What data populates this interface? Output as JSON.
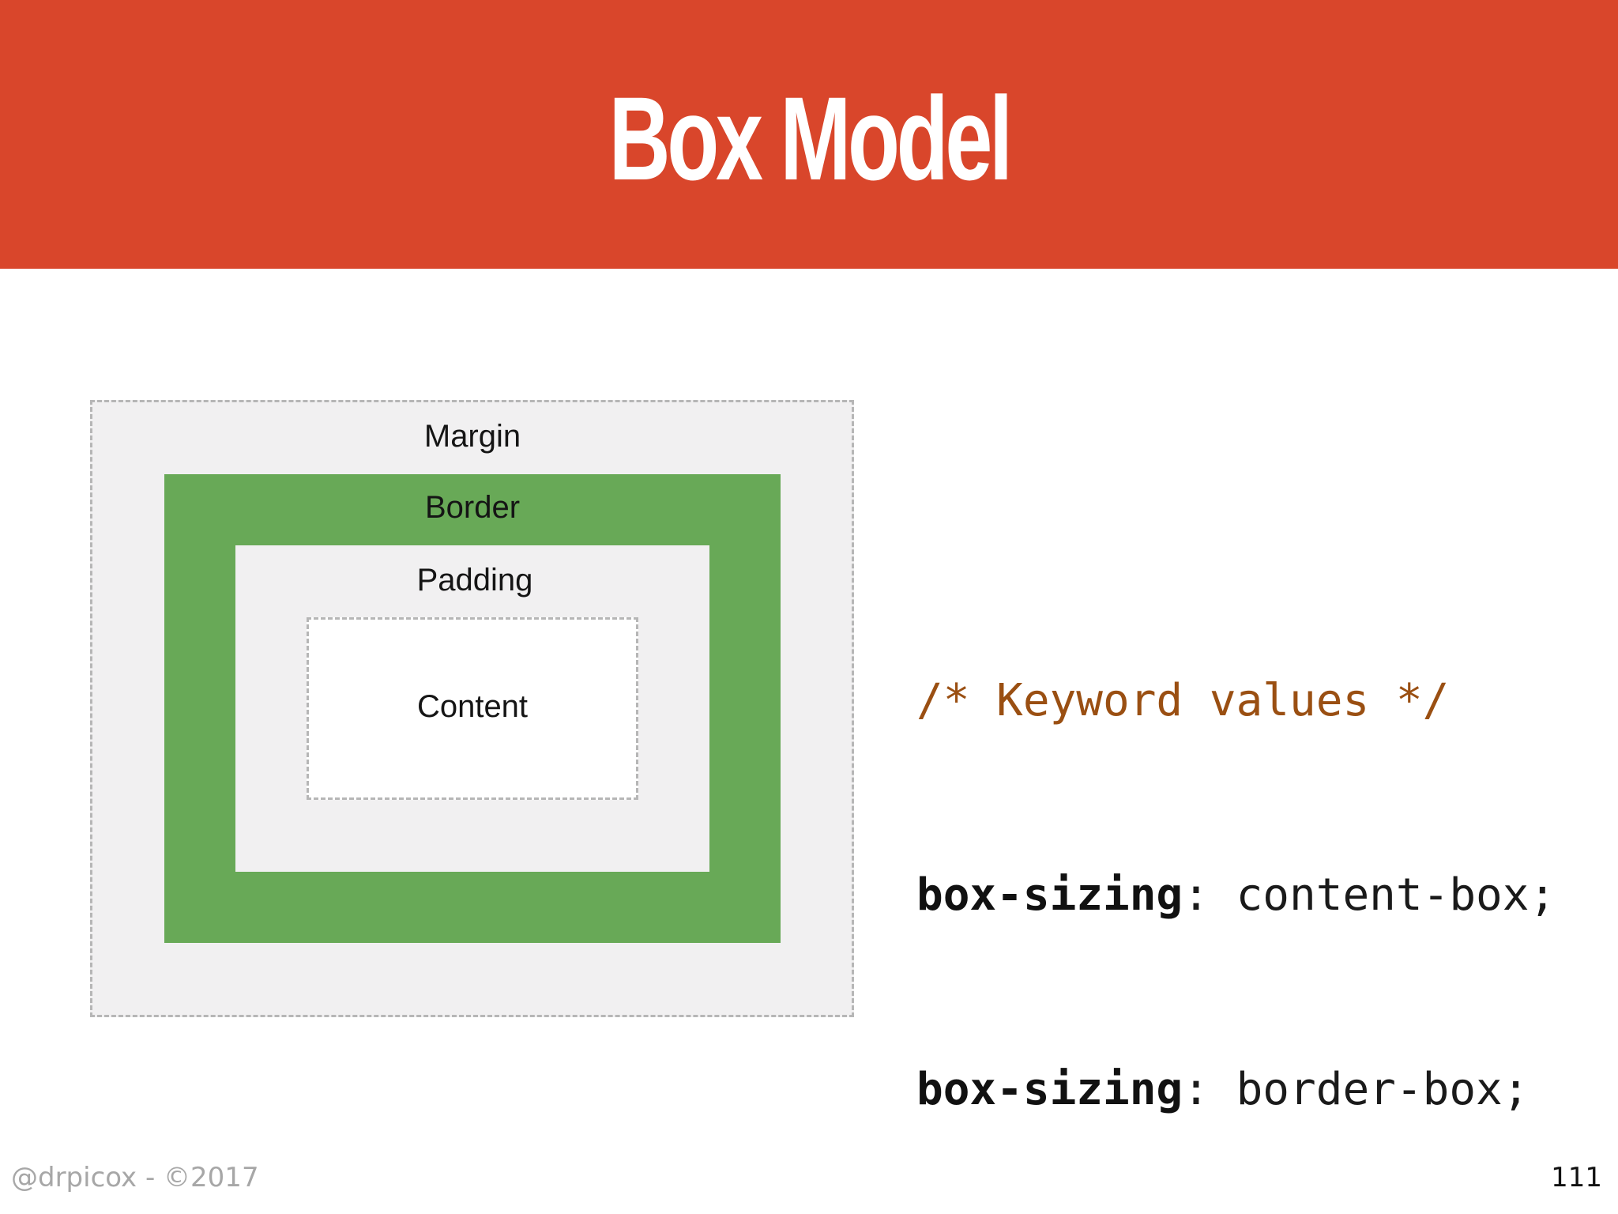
{
  "slide": {
    "title": "Box Model",
    "footer_left": "@drpicox - ©2017",
    "page_number": "111"
  },
  "diagram": {
    "labels": {
      "margin": "Margin",
      "border": "Border",
      "padding": "Padding",
      "content": "Content"
    },
    "colors": {
      "header": "#d9462b",
      "border_layer": "#68a957",
      "margin_padding_layer": "#f1f0f1",
      "content_layer": "#ffffff",
      "dashed_outline": "#b6b6b6"
    }
  },
  "code": {
    "comment": "/* Keyword values */",
    "lines": [
      {
        "property": "box-sizing",
        "separator": ": ",
        "value": "content-box;"
      },
      {
        "property": "box-sizing",
        "separator": ": ",
        "value": "border-box;"
      }
    ],
    "colors": {
      "comment": "#9a4f12",
      "property": "#111111"
    }
  }
}
